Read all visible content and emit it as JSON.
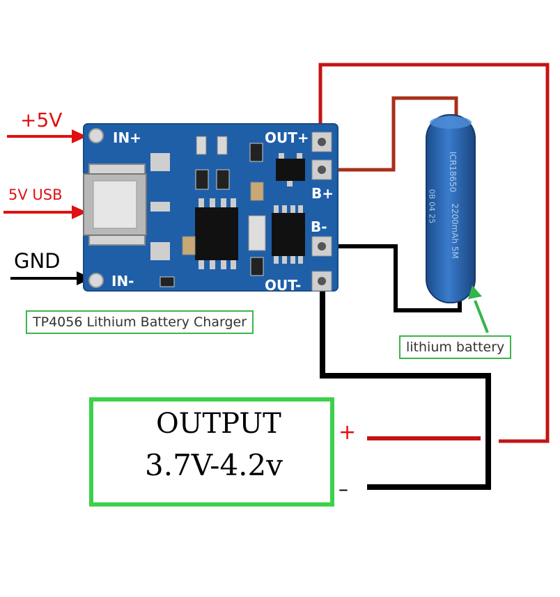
{
  "board": {
    "pin_in_plus": "IN+",
    "pin_in_minus": "IN-",
    "pin_out_plus": "OUT+",
    "pin_b_plus": "B+",
    "pin_b_minus": "B-",
    "pin_out_minus": "OUT-"
  },
  "inputs": {
    "plus5v": "+5V",
    "usb": "5V USB",
    "gnd": "GND"
  },
  "caption": "TP4056 Lithium Battery Charger",
  "battery": {
    "text1": "ICR18650",
    "text2": "2200mAh 5M",
    "text3": "0B 04 25",
    "label": "lithium battery"
  },
  "output": {
    "title": "OUTPUT",
    "range": "3.7V-4.2v",
    "plus": "+",
    "minus": "–"
  },
  "colors": {
    "board": "#1f5fa8",
    "red_wire": "#c41414",
    "black_wire": "#000000",
    "green_box": "#3cb54a",
    "battery": "#2b63a8"
  }
}
